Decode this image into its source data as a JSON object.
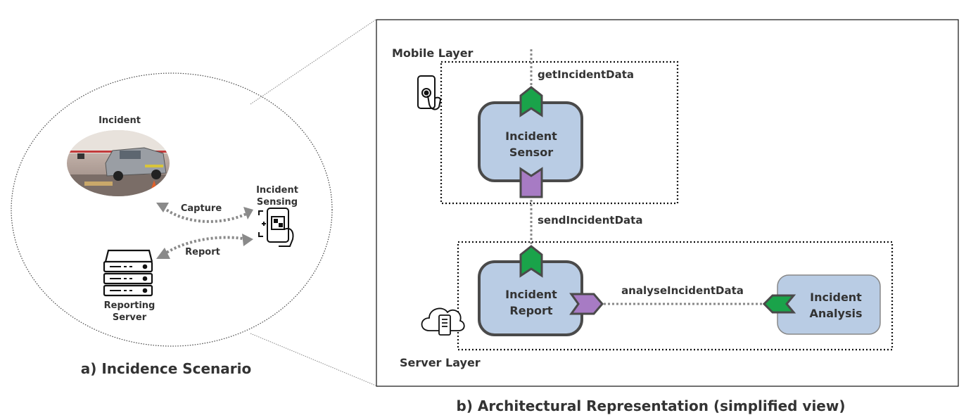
{
  "scenario": {
    "caption": "a) Incidence Scenario",
    "incident_label": "Incident",
    "sensing_label_line1": "Incident",
    "sensing_label_line2": "Sensing",
    "capture_label": "Capture",
    "report_label": "Report",
    "server_label_line1": "Reporting",
    "server_label_line2": "Server"
  },
  "architecture": {
    "caption": "b) Architectural Representation (simplified view)",
    "mobile_layer_label": "Mobile Layer",
    "server_layer_label": "Server Layer",
    "get_incident_data": "getIncidentData",
    "send_incident_data": "sendIncidentData",
    "analyse_incident_data": "analyseIncidentData",
    "sensor_line1": "Incident",
    "sensor_line2": "Sensor",
    "report_line1": "Incident",
    "report_line2": "Report",
    "analysis_line1": "Incident",
    "analysis_line2": "Analysis"
  },
  "colors": {
    "component_fill": "#b9cce4",
    "component_stroke": "#4a4a4a",
    "provided_port": "#1aa34a",
    "required_port": "#a77bc4",
    "connector": "#888888",
    "arrow_gray": "#8a8a8a"
  }
}
